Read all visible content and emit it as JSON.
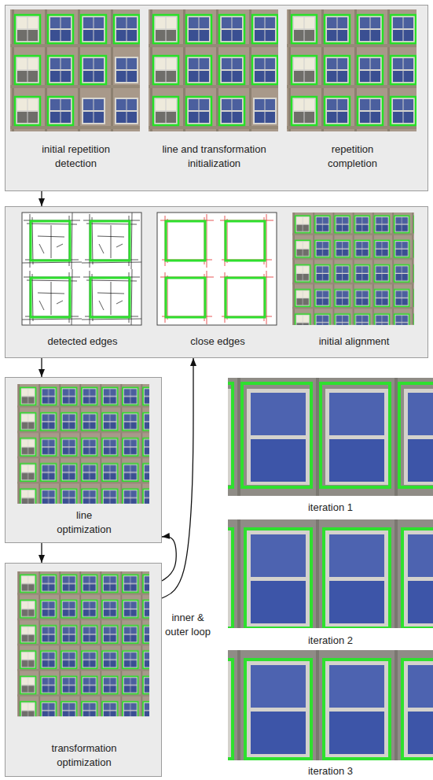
{
  "diagram": {
    "nodes": [
      {
        "text": [
          "initial repetition detection",
          "line and transformation initialization",
          "repetition completion"
        ]
      },
      {
        "text": [
          "detected edges",
          "close edges",
          "initial alignment"
        ]
      },
      {
        "text": [
          "line optimization"
        ]
      },
      {
        "text": [
          "transformation optimization"
        ]
      }
    ],
    "edges": [
      {
        "from": 0,
        "to": 1,
        "arrow": "to"
      },
      {
        "from": 1,
        "to": 2,
        "arrow": "to"
      },
      {
        "from": 2,
        "to": 3,
        "arrow": "to"
      },
      {
        "from": 3,
        "to": 2,
        "arrow": "to"
      },
      {
        "from": 3,
        "to": 1,
        "arrow": "to"
      }
    ],
    "labels": [
      "inner & outer loop",
      "iteration 1",
      "iteration 2",
      "iteration 3"
    ]
  }
}
